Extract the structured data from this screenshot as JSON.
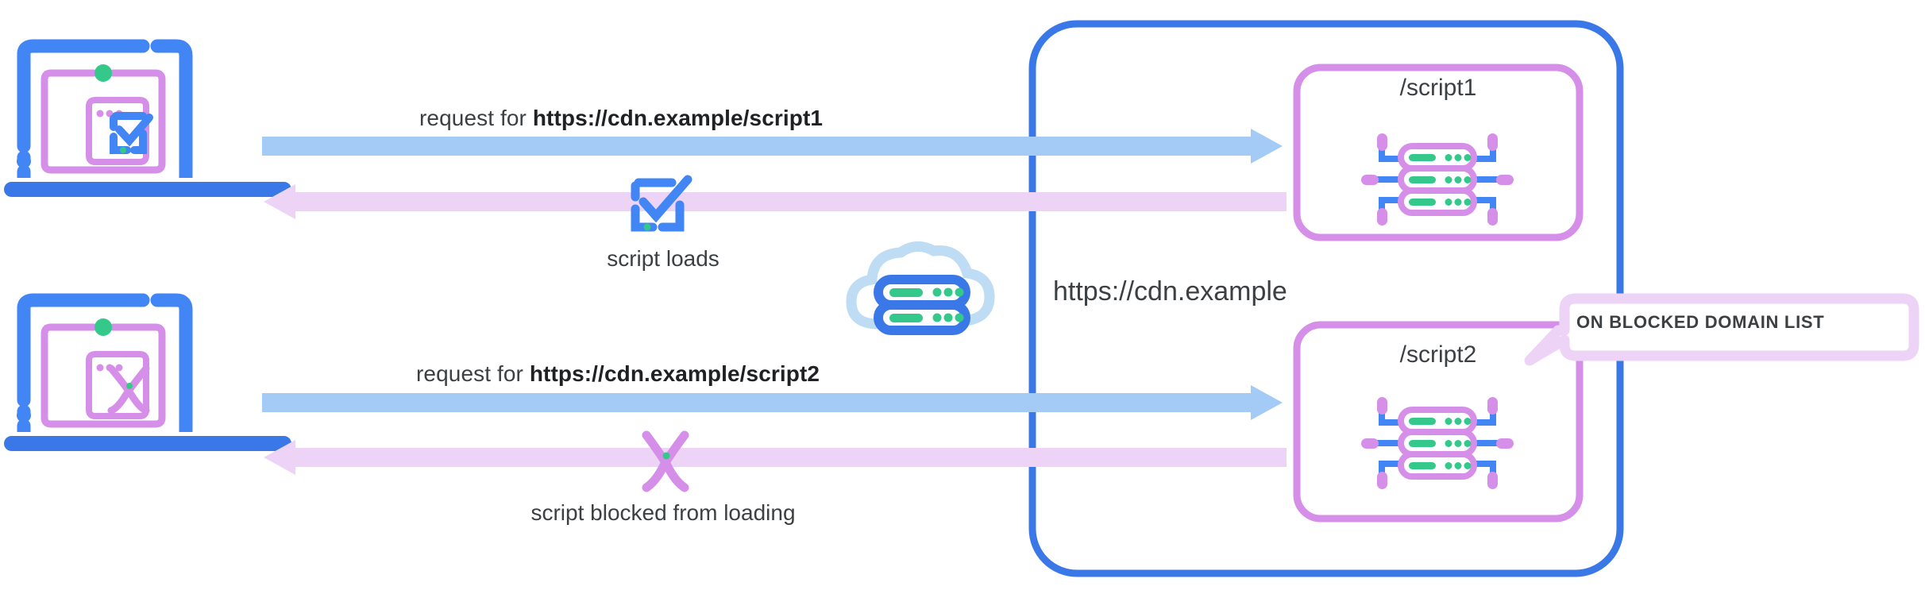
{
  "diagram": {
    "title_cdn": "https://cdn.example",
    "colors": {
      "blue": "#4285F4",
      "blue_light": "#A3CBF6",
      "purple": "#D68FE8",
      "purple_light": "#EDD4F7",
      "green": "#34C98A",
      "text": "#3c4043"
    },
    "flows": [
      {
        "id": "script1",
        "request_prefix": "request for ",
        "request_url": "https://cdn.example/script1",
        "result_label": "script loads",
        "result_icon": "check-square-icon",
        "client_icon": "laptop-check-icon",
        "server_label": "/script1",
        "server_icon": "server-stack-icon",
        "blocked": false
      },
      {
        "id": "script2",
        "request_prefix": "request for ",
        "request_url": "https://cdn.example/script2",
        "result_label": "script blocked from loading",
        "result_icon": "cross-x-icon",
        "client_icon": "laptop-blocked-icon",
        "server_label": "/script2",
        "server_icon": "server-stack-icon",
        "blocked": true
      }
    ],
    "cloud": {
      "icon": "cloud-server-icon"
    },
    "callout": {
      "text": "ON BLOCKED DOMAIN LIST"
    }
  }
}
